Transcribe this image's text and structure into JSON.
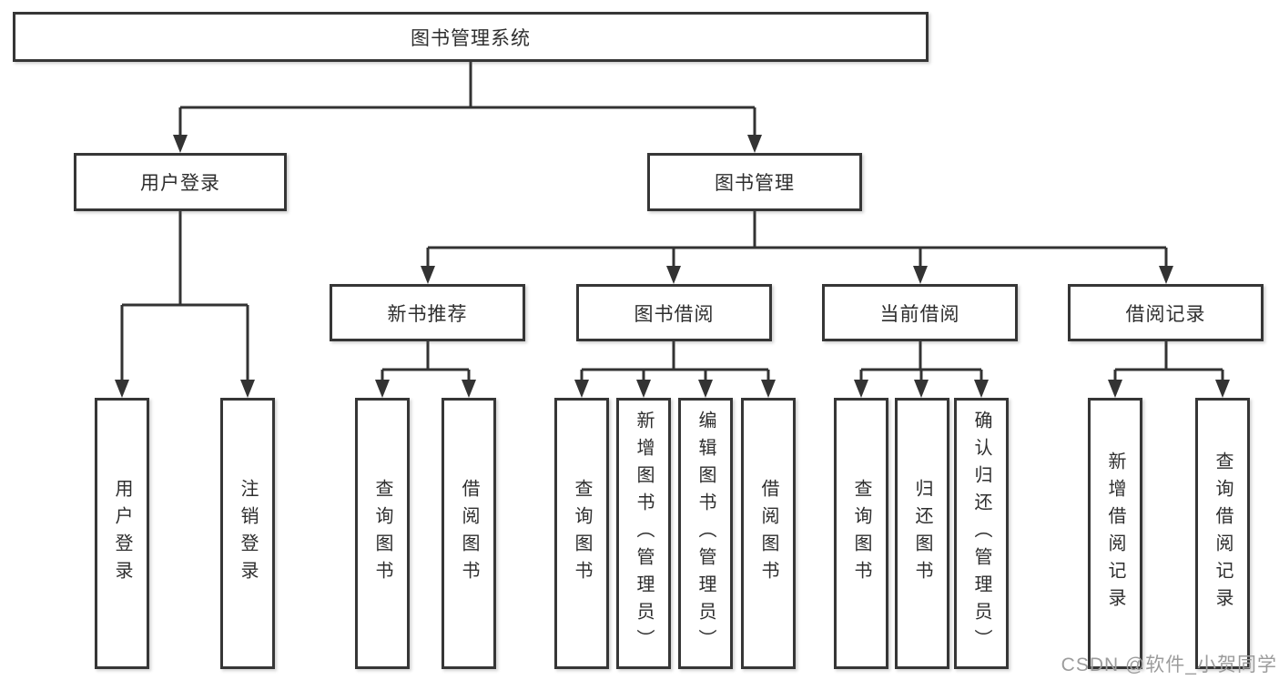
{
  "diagram_type": "hierarchy-tree",
  "tree": {
    "label": "图书管理系统",
    "children": [
      {
        "label": "用户登录",
        "children": [
          {
            "label": "用户登录"
          },
          {
            "label": "注销登录"
          }
        ]
      },
      {
        "label": "图书管理",
        "children": [
          {
            "label": "新书推荐",
            "children": [
              {
                "label": "查询图书"
              },
              {
                "label": "借阅图书"
              }
            ]
          },
          {
            "label": "图书借阅",
            "children": [
              {
                "label": "查询图书"
              },
              {
                "label": "新增图书（管理员）"
              },
              {
                "label": "编辑图书（管理员）"
              },
              {
                "label": "借阅图书"
              }
            ]
          },
          {
            "label": "当前借阅",
            "children": [
              {
                "label": "查询图书"
              },
              {
                "label": "归还图书"
              },
              {
                "label": "确认归还（管理员）"
              }
            ]
          },
          {
            "label": "借阅记录",
            "children": [
              {
                "label": "新增借阅记录"
              },
              {
                "label": "查询借阅记录"
              }
            ]
          }
        ]
      }
    ]
  },
  "watermark": {
    "text": "CSDN @软件_小贺同学",
    "color": "#9c9c9c"
  },
  "colors": {
    "line": "#333333",
    "box_border": "#363636",
    "box_fill": "#ffffff",
    "text": "#2e2e2e",
    "background": "#ffffff"
  }
}
